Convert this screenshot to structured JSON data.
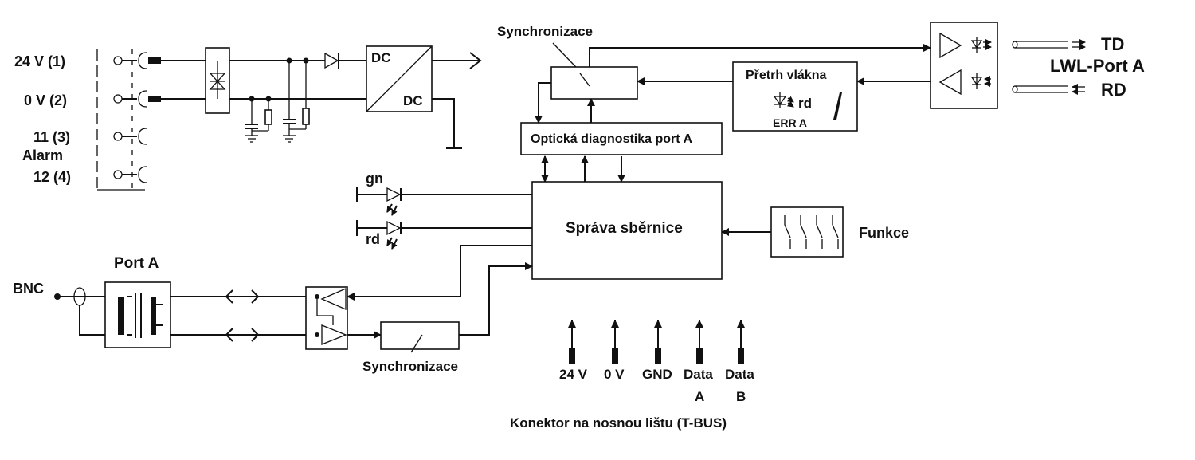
{
  "power_inputs": {
    "v24": "24 V (1)",
    "v0": "0 V (2)",
    "alarm11": "11 (3)",
    "alarm_label": "Alarm",
    "alarm12": "12 (4)"
  },
  "dcdc": {
    "in_label": "DC",
    "out_label": "DC"
  },
  "sync_top": "Synchronizace",
  "sync_bottom": "Synchronizace",
  "fiber_break": {
    "title": "Přetrh vlákna",
    "led": "rd",
    "err": "ERR A"
  },
  "optical_diag": "Optická diagnostika port A",
  "bus_mgmt": "Správa sběrnice",
  "functions": "Funkce",
  "leds": {
    "green": "gn",
    "red": "rd"
  },
  "port_a": {
    "label": "Port A",
    "connector": "BNC"
  },
  "fiber_port": {
    "td": "TD",
    "name": "LWL-Port A",
    "rd": "RD"
  },
  "tbus": {
    "pins": [
      {
        "line1": "24 V",
        "line2": ""
      },
      {
        "line1": "0 V",
        "line2": ""
      },
      {
        "line1": "GND",
        "line2": ""
      },
      {
        "line1": "Data",
        "line2": "A"
      },
      {
        "line1": "Data",
        "line2": "B"
      }
    ],
    "caption": "Konektor na nosnou lištu (T-BUS)"
  }
}
